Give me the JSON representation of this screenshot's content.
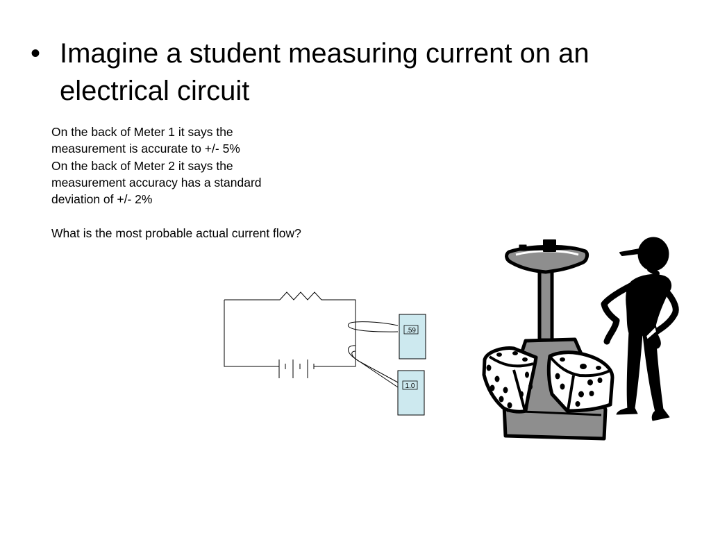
{
  "slide": {
    "bullet": "Imagine a student measuring current on an electrical circuit",
    "lines": [
      "On the back of Meter 1 it says the",
      "measurement is accurate to +/- 5%",
      "On the back of Meter 2 it says the",
      "measurement accuracy has a standard",
      "deviation of +/- 2%",
      "",
      "What is the most probable actual current flow?"
    ]
  },
  "circuit": {
    "meter1_reading": ".59",
    "meter2_reading": "1.0",
    "meter_color": "#cde9ef"
  },
  "clipart": {
    "name": "person-with-scale-and-dice",
    "scale_color": "#8e8e8e"
  }
}
